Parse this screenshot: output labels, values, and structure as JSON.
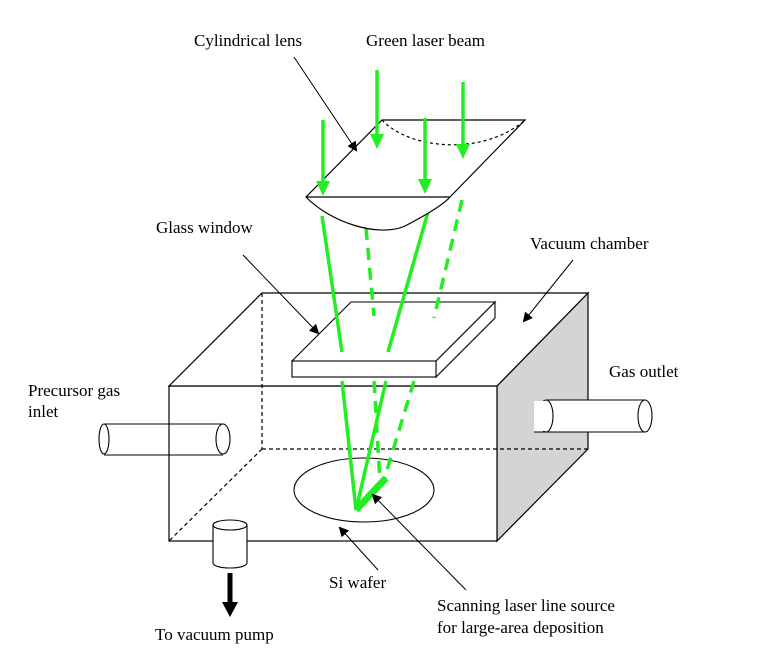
{
  "labels": {
    "cylindrical_lens": "Cylindrical lens",
    "green_laser_beam": "Green laser beam",
    "glass_window": "Glass window",
    "vacuum_chamber": "Vacuum chamber",
    "precursor_gas_inlet_line1": "Precursor gas",
    "precursor_gas_inlet_line2": "inlet",
    "gas_outlet": "Gas outlet",
    "si_wafer": "Si wafer",
    "scanning_source_line1": "Scanning laser line source",
    "scanning_source_line2": "for large-area deposition",
    "to_vacuum_pump": "To vacuum pump"
  },
  "colors": {
    "laser": "#22ee22",
    "outline": "#000000",
    "chamber_side": "#d4d4d4",
    "background": "#ffffff"
  }
}
